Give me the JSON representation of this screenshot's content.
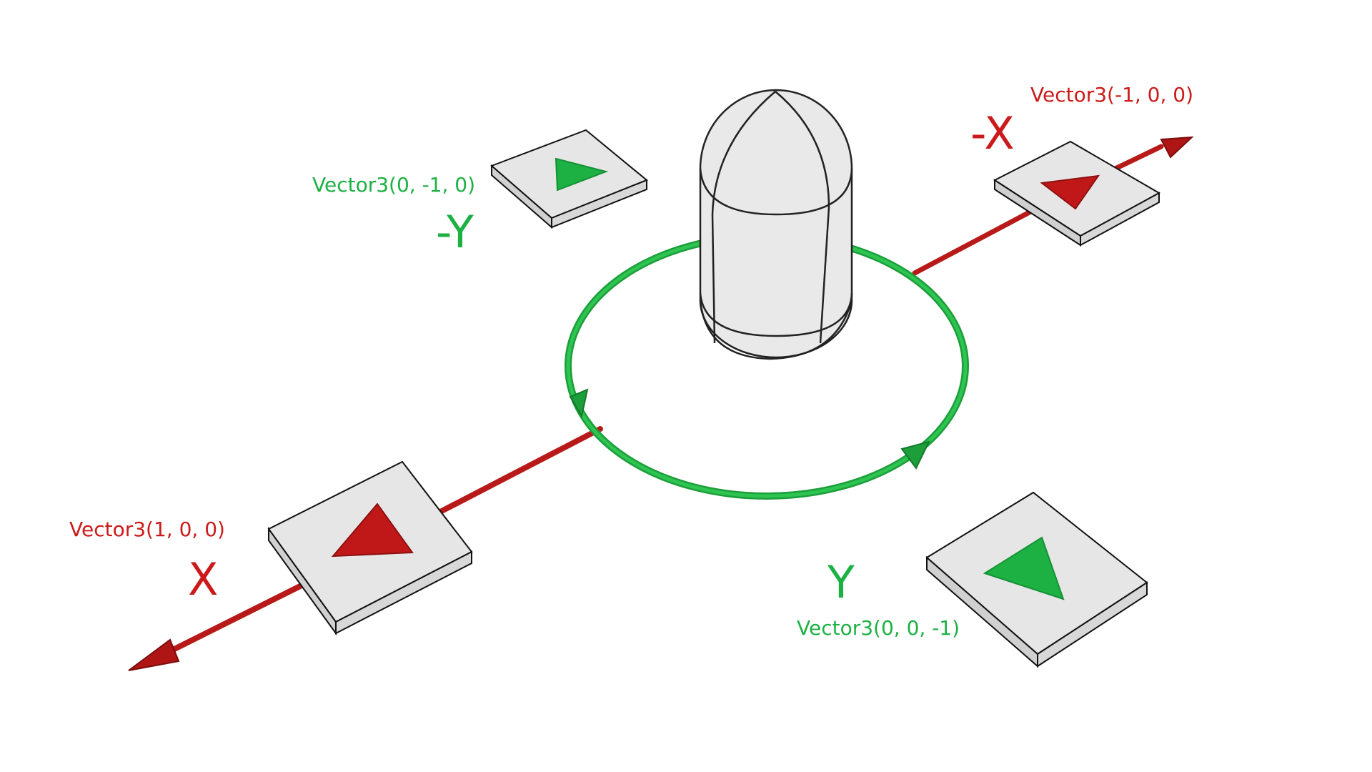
{
  "colors": {
    "x_axis": "#cc1a1a",
    "y_axis": "#1db144",
    "tile_top": "#e6e6e6",
    "tile_edge": "#111111",
    "capsule_fill": "#e9e9e9"
  },
  "labels": {
    "neg_x_vector": "Vector3(-1, 0, 0)",
    "neg_x_axis": "-X",
    "neg_y_vector": "Vector3(0, -1, 0)",
    "neg_y_axis": "-Y",
    "pos_x_vector": "Vector3(1, 0, 0)",
    "pos_x_axis": "X",
    "pos_y_axis": "Y",
    "pos_y_vector": "Vector3(0, 0, -1)"
  },
  "icons": [
    "arrow-head-icon",
    "triangle-direction-icon",
    "capsule-icon",
    "rotation-ring-icon"
  ]
}
